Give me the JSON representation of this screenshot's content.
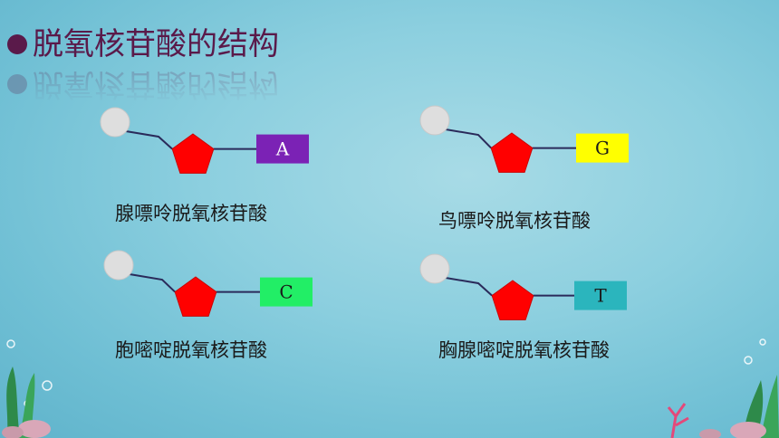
{
  "title": "脱氧核苷酸的结构",
  "nucleotides": [
    {
      "base_letter": "A",
      "base_color": "#7b22b5",
      "name": "腺嘌呤脱氧核苷酸"
    },
    {
      "base_letter": "G",
      "base_color": "#ffff00",
      "name": "鸟嘌呤脱氧核苷酸"
    },
    {
      "base_letter": "C",
      "base_color": "#22ee66",
      "name": "胞嘧啶脱氧核苷酸"
    },
    {
      "base_letter": "T",
      "base_color": "#2bb5bd",
      "name": "胸腺嘧啶脱氧核苷酸"
    }
  ],
  "colors": {
    "title": "#5a1a4a",
    "pentagon": "#ff0000",
    "phosphate": "#dedede",
    "bond": "#2a2a5a"
  }
}
